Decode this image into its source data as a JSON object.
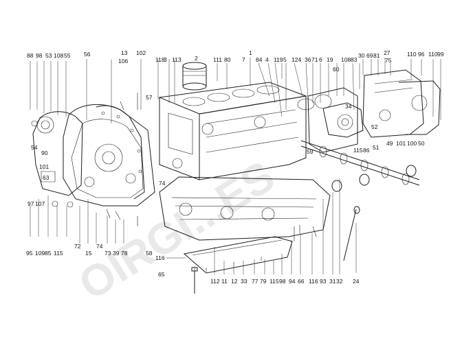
{
  "watermark": {
    "text": "OIRGI...ES",
    "color": "#e6e6e6"
  },
  "colors": {
    "ink": "#1a1a1a",
    "background": "#ffffff"
  },
  "callouts": [
    "88",
    "98",
    "53",
    "108",
    "55",
    "56",
    "13",
    "106",
    "102",
    "118",
    "3",
    "113",
    "2",
    "111",
    "80",
    "1",
    "7",
    "84",
    "4",
    "119",
    "5",
    "124",
    "36",
    "71",
    "6",
    "19",
    "60",
    "108",
    "83",
    "30",
    "69",
    "81",
    "27",
    "75",
    "110",
    "96",
    "110",
    "99",
    "57",
    "34",
    "52",
    "49",
    "101",
    "100",
    "50",
    "51",
    "86",
    "115",
    "59",
    "54",
    "90",
    "101",
    "63",
    "97",
    "107",
    "74",
    "95",
    "109",
    "85",
    "115",
    "72",
    "74",
    "15",
    "73",
    "39",
    "78",
    "58",
    "116",
    "65",
    "112",
    "11",
    "12",
    "33",
    "77",
    "79",
    "115",
    "98",
    "94",
    "66",
    "116",
    "93",
    "31",
    "32",
    "24"
  ]
}
